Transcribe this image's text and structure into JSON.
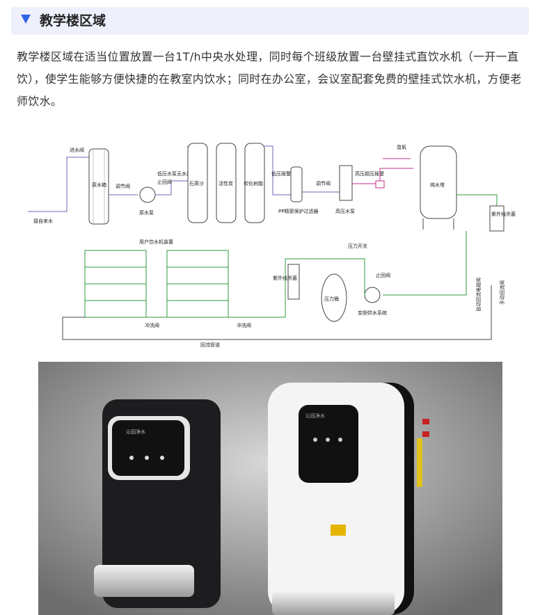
{
  "section": {
    "title": "教学楼区域",
    "icon": "triangle-down-icon"
  },
  "paragraph": "教学楼区域在适当位置放置一台1T/h中央水处理，同时每个班级放置一台壁挂式直饮水机（一开一直饮），使学生能够方便快捷的在教室内饮水；同时在办公室，会议室配套免费的壁挂式饮水机，方便老师饮水。",
  "diagram": {
    "labels": {
      "inlet_valve": "进水阀",
      "tap_water": "接自来水",
      "raw_tank": "原水箱",
      "regulator_1": "调节阀",
      "raw_pump": "原水泵",
      "low_pressure_alarm_1": "低压水泵无水报警",
      "check_valve_1": "止回阀",
      "quartz_sand": "石英沙",
      "activated_carbon": "活性炭",
      "softening_resin": "软化树脂",
      "low_pressure_alarm_2": "低压报警",
      "pp_filter": "PP精密保护过滤器",
      "regulator_2": "调节阀",
      "high_pressure_pump": "高压水泵",
      "high_pressure_alarm": "高压超压报警",
      "ozone": "臭氧",
      "pure_water_tower": "纯水塔",
      "uv_sterilizer_1": "紫外线杀菌",
      "user_dispensers": "用户饮水机装置",
      "pressure_switch": "压力开关",
      "uv_sterilizer_2": "紫外线杀菌",
      "check_valve_2": "止回阀",
      "pressure_tank": "压力桶",
      "vfd_system": "变频供水系统",
      "flush_valve_1": "冲洗阀",
      "flush_valve_2": "冲洗阀",
      "return_pipe": "回流管道",
      "auto_return_valve": "自动回流电磁阀",
      "manual_valve": "手动回流阀"
    }
  },
  "photo": {
    "left_brand": "沁园净水",
    "right_brand": "沁园净水"
  }
}
